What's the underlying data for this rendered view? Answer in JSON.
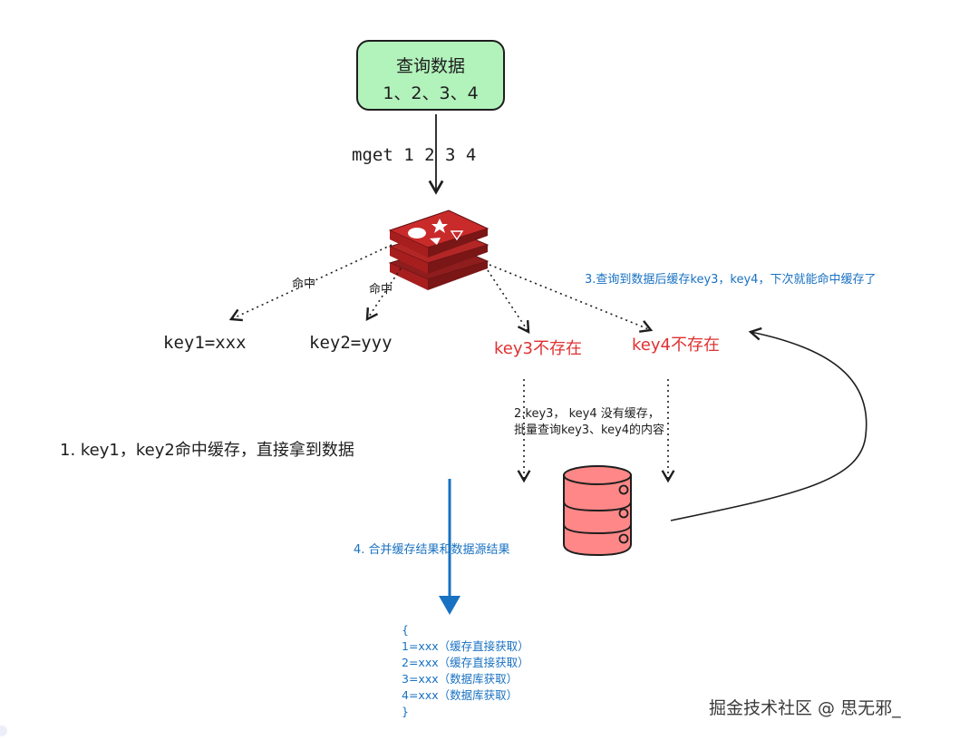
{
  "query_box": {
    "title": "查询数据",
    "keys": "1、2、3、4"
  },
  "mget_label": "mget 1 2 3 4",
  "hit_labels": [
    "命中",
    "命中"
  ],
  "keys": {
    "key1": "key1=xxx",
    "key2": "key2=yyy",
    "key3": "key3不存在",
    "key4": "key4不存在"
  },
  "step1": "1. key1，key2命中缓存，直接拿到数据",
  "step2": [
    "2.key3，  key4 没有缓存，",
    "批量查询key3、key4的内容"
  ],
  "step3": "3.查询到数据后缓存key3，key4，下次就能命中缓存了",
  "step4": "4. 合并缓存结果和数据源结果",
  "result_lines": [
    "{",
    "1=xxx（缓存直接获取）",
    "2=xxx（缓存直接获取）",
    "3=xxx（数据库获取）",
    "4=xxx（数据库获取）",
    "}"
  ],
  "watermark": "掘金技术社区 @ 思无邪_",
  "colors": {
    "box_fill": "#b2f2bb",
    "redis_red": "#c92a2a",
    "db_fill": "#ff8787",
    "missing_red": "#e03131",
    "blue": "#1971c2",
    "ink": "#1e1e1e"
  },
  "icons": [
    "redis-stack-icon",
    "database-icon"
  ]
}
